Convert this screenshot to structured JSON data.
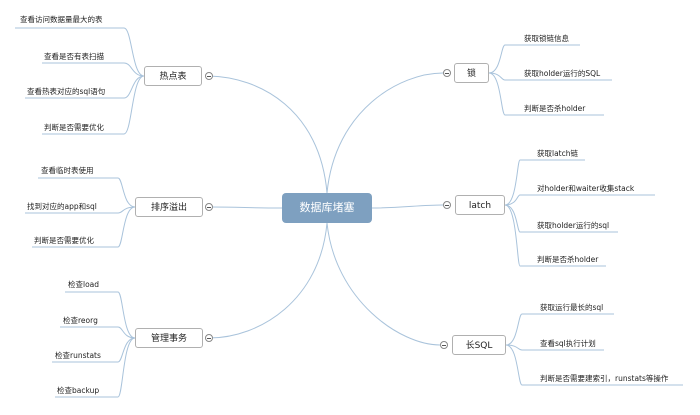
{
  "center": {
    "label": "数据库堵塞"
  },
  "left_topics": [
    {
      "label": "热点表",
      "leaves": [
        "查看访问数据量最大的表",
        "查看是否有表扫描",
        "查看热表对应的sql语句",
        "判断是否需要优化"
      ]
    },
    {
      "label": "排序溢出",
      "leaves": [
        "查看临时表使用",
        "找到对应的app和sql",
        "判断是否需要优化"
      ]
    },
    {
      "label": "管理事务",
      "leaves": [
        "检查load",
        "检查reorg",
        "检查runstats",
        "检查backup"
      ]
    }
  ],
  "right_topics": [
    {
      "label": "锁",
      "leaves": [
        "获取锁链信息",
        "获取holder运行的SQL",
        "判断是否杀holder"
      ]
    },
    {
      "label": "latch",
      "leaves": [
        "获取latch链",
        "对holder和waiter收集stack",
        "获取holder运行的sql",
        "判断是否杀holder"
      ]
    },
    {
      "label": "长SQL",
      "leaves": [
        "获取运行最长的sql",
        "查看sql执行计划",
        "判断是否需要建索引，runstats等操作"
      ]
    }
  ],
  "colors": {
    "center_bg": "#7ea0c0",
    "line": "#a9c3db",
    "border": "#b0b0b0"
  }
}
